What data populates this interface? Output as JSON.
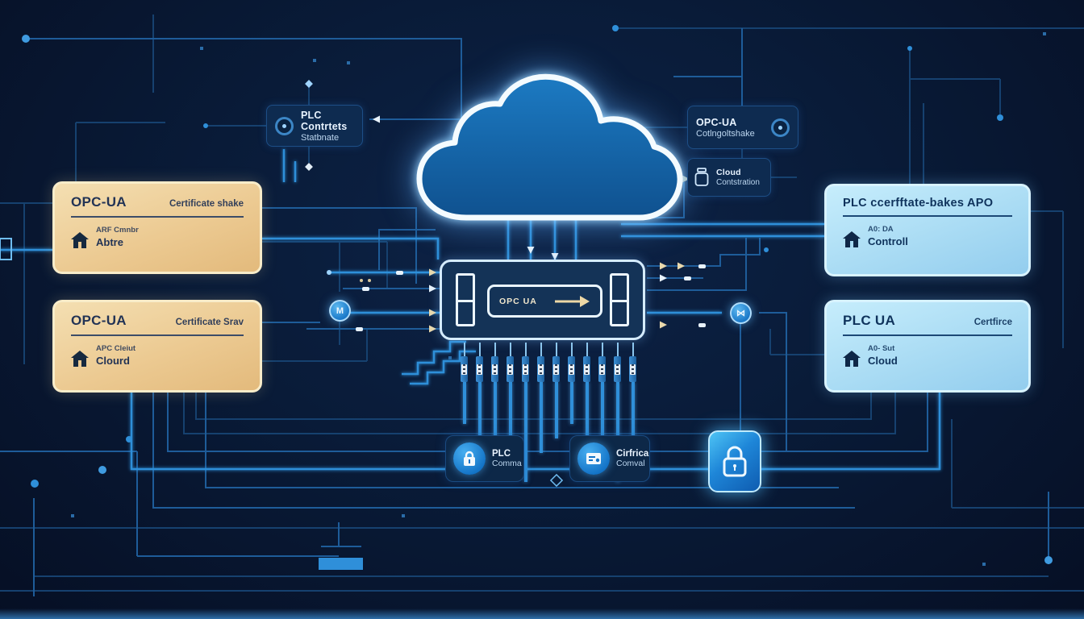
{
  "colors": {
    "background": "#091b38",
    "trace": "#1e5c99",
    "trace_bright": "#2f8fd9",
    "glow": "#8fd0f5",
    "card_tan": "#ecca92",
    "card_blue": "#a7daf3",
    "accent_blue": "#2196e8",
    "cream": "#ead9ac"
  },
  "cloud": {
    "name": "cloud"
  },
  "central_unit": {
    "label": "OPC UA",
    "pin_count": 12
  },
  "cards": {
    "top_left": {
      "title": "OPC-UA",
      "corner": "Certificate shake",
      "meta": "ARF Cmnbr",
      "label": "Abtre"
    },
    "bottom_left": {
      "title": "OPC-UA",
      "corner": "Certificate Srav",
      "meta": "APC Cleiut",
      "label": "Clourd"
    },
    "top_right": {
      "title": "PLC ccerfftate-bakes APO",
      "corner": "",
      "meta": "A0: DA",
      "label": "Controll"
    },
    "bottom_right": {
      "title": "PLC UA",
      "corner": "Certfirce",
      "meta": "A0- Sut",
      "label": "Cloud"
    }
  },
  "badges": {
    "plc_contracts": {
      "line1": "PLC Contrtets",
      "line2": "Statbnate"
    },
    "opc_handshake": {
      "line1": "OPC-UA",
      "line2": "Cotlngoltshake"
    },
    "cloud_config": {
      "line1": "Cloud",
      "line2": "Contstration"
    },
    "plc_comms": {
      "line1": "PLC",
      "line2": "Comma"
    },
    "cert_control": {
      "line1": "Cirfrica",
      "line2": "Comval"
    }
  },
  "nodes": {
    "left": "M",
    "right": "⋈"
  },
  "icons": {
    "house": "house-icon",
    "lock": "lock-icon",
    "ring": "ring-node-icon",
    "jar": "jar-icon",
    "certificate": "certificate-icon",
    "arrow_right": "→"
  }
}
